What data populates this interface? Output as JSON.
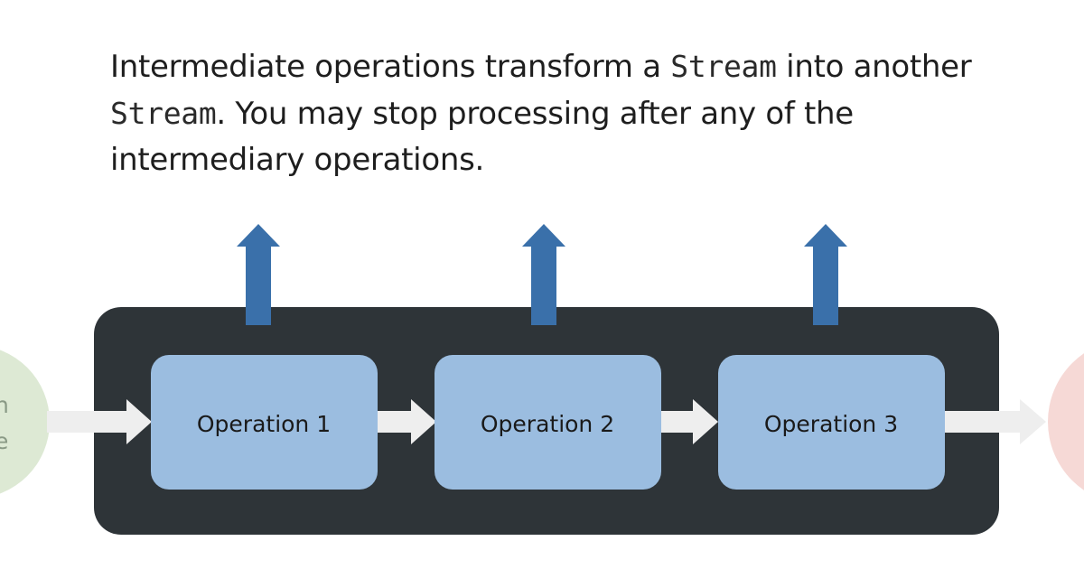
{
  "caption": {
    "part1": "Intermediate operations transform a ",
    "code1": "Stream",
    "part2": " into another ",
    "code2": "Stream",
    "part3": ". You may stop processing after any of the intermediary operations."
  },
  "operations": [
    {
      "label": "Operation 1"
    },
    {
      "label": "Operation 2"
    },
    {
      "label": "Operation 3"
    }
  ],
  "colors": {
    "container": "#2e3438",
    "operation_fill": "#9bbde0",
    "up_arrow": "#3a70aa",
    "flow_arrow": "#eeeeee",
    "source_circle": "#dde9d4",
    "sink_circle": "#f6d9d6"
  }
}
